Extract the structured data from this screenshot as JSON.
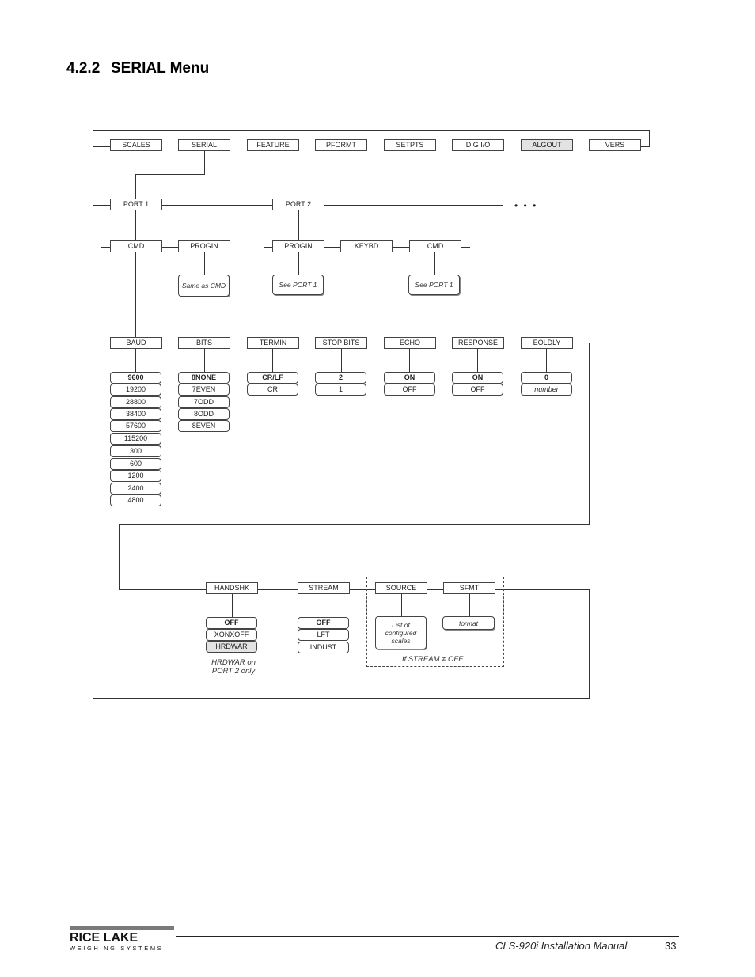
{
  "heading": {
    "number": "4.2.2",
    "title": "SERIAL Menu"
  },
  "top_menu": [
    "SCALES",
    "SERIAL",
    "FEATURE",
    "PFORMT",
    "SETPTS",
    "DIG I/O",
    "ALGOUT",
    "VERS"
  ],
  "ports": [
    "PORT 1",
    "PORT 2"
  ],
  "ellipsis": "• • •",
  "port1_items": [
    "CMD",
    "PROGIN"
  ],
  "port2_items": [
    "PROGIN",
    "KEYBD",
    "CMD"
  ],
  "notes": {
    "same_as_cmd": "Same as CMD",
    "see_port1": "See PORT 1"
  },
  "params": [
    "BAUD",
    "BITS",
    "TERMIN",
    "STOP BITS",
    "ECHO",
    "RESPONSE",
    "EOLDLY"
  ],
  "baud_values": [
    "9600",
    "19200",
    "28800",
    "38400",
    "57600",
    "115200",
    "300",
    "600",
    "1200",
    "2400",
    "4800"
  ],
  "bits_values": [
    "8NONE",
    "7EVEN",
    "7ODD",
    "8ODD",
    "8EVEN"
  ],
  "termin_values": [
    "CR/LF",
    "CR"
  ],
  "stopbits_values": [
    "2",
    "1"
  ],
  "echo_values": [
    "ON",
    "OFF"
  ],
  "response_values": [
    "ON",
    "OFF"
  ],
  "eoldly_values": [
    "0",
    "number"
  ],
  "params2": [
    "HANDSHK",
    "STREAM",
    "SOURCE",
    "SFMT"
  ],
  "handshk_values": [
    "OFF",
    "XONXOFF",
    "HRDWAR"
  ],
  "handshk_note": "HRDWAR on PORT 2 only",
  "stream_values": [
    "OFF",
    "LFT",
    "INDUST"
  ],
  "source_note": "List of configured scales",
  "sfmt_note": "format",
  "stream_condition": "If STREAM ≠ OFF",
  "footer": {
    "manual": "CLS-920i Installation Manual",
    "page": "33",
    "logo_main": "RICE LAKE",
    "logo_sub": "WEIGHING SYSTEMS"
  },
  "colors": {
    "selected_fill": "#e3e3e3",
    "line": "#333333"
  }
}
